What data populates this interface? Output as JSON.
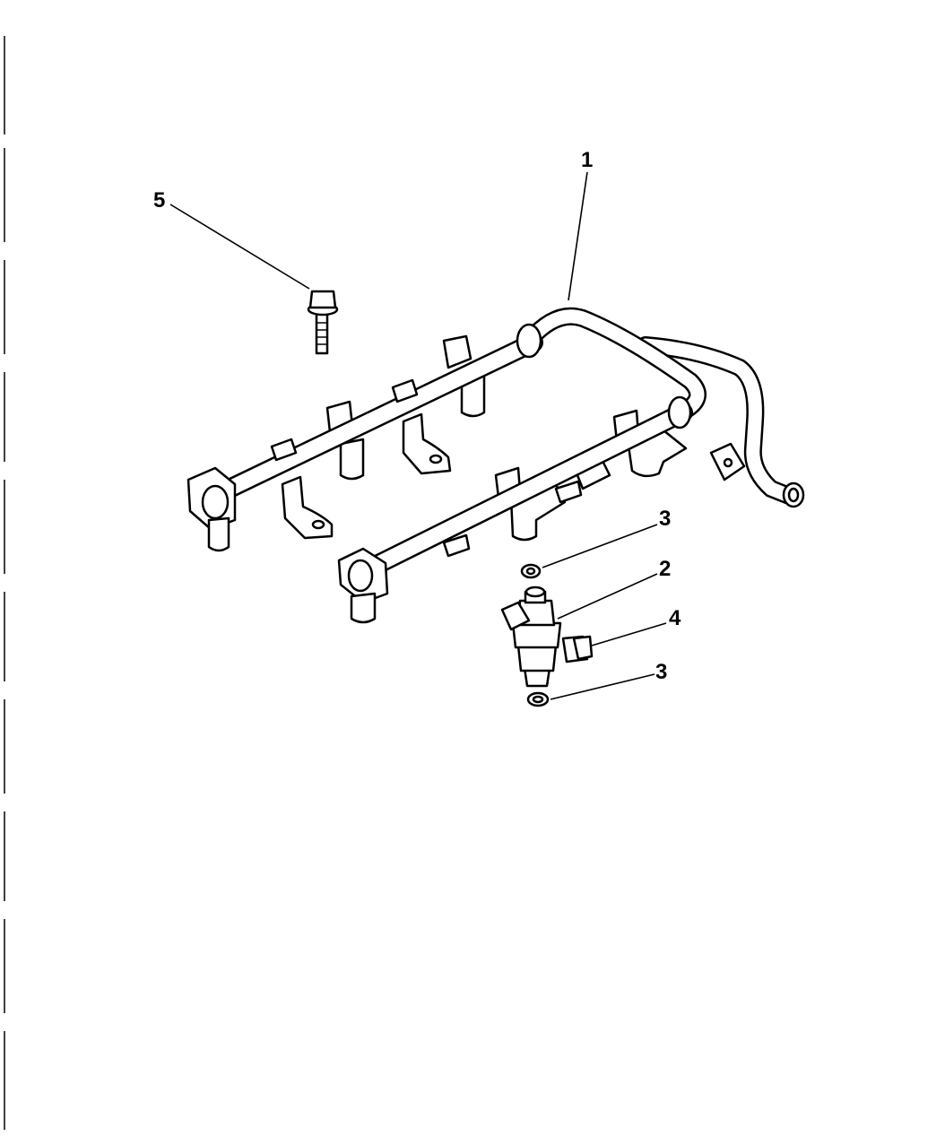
{
  "diagram": {
    "callouts": [
      {
        "id": "fuel-rail",
        "label": "1"
      },
      {
        "id": "fuel-injector",
        "label": "2"
      },
      {
        "id": "o-ring-upper",
        "label": "3"
      },
      {
        "id": "clip",
        "label": "4"
      },
      {
        "id": "o-ring-lower",
        "label": "3"
      },
      {
        "id": "bolt",
        "label": "5"
      }
    ]
  }
}
